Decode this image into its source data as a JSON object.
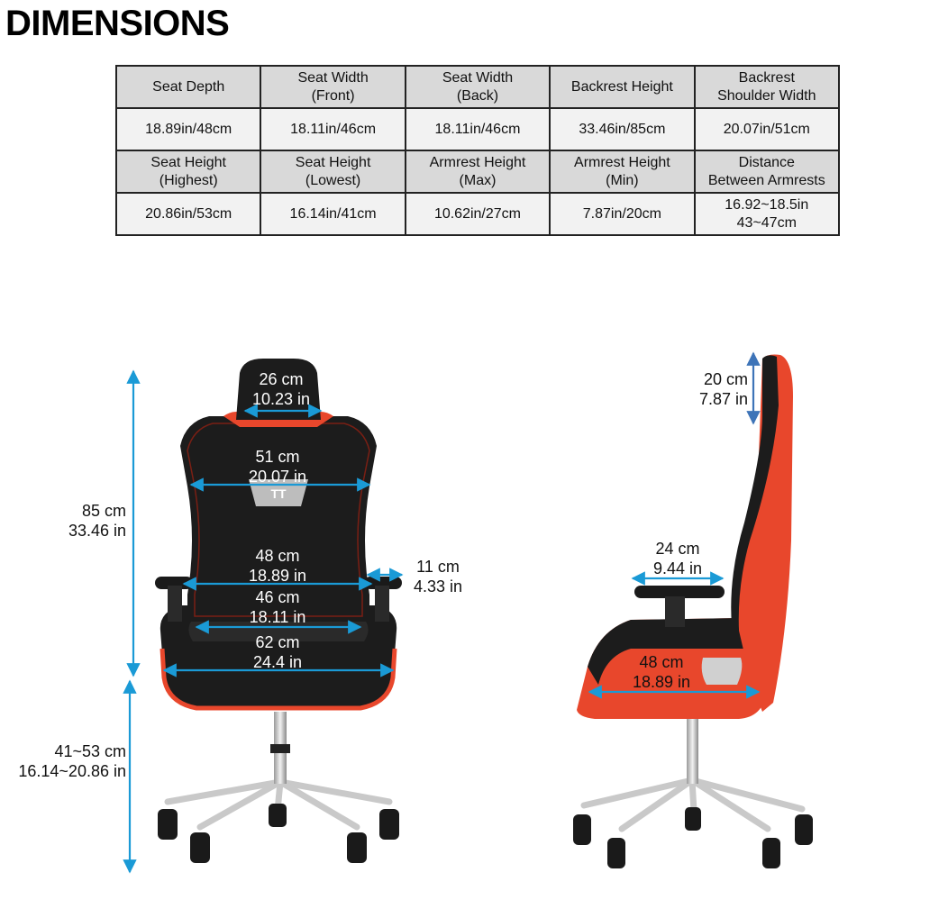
{
  "title": "DIMENSIONS",
  "table": {
    "rows": [
      [
        "Seat Depth",
        "Seat Width\n(Front)",
        "Seat Width\n(Back)",
        "Backrest Height",
        "Backrest\nShoulder Width"
      ],
      [
        "18.89in/48cm",
        "18.11in/46cm",
        "18.11in/46cm",
        "33.46in/85cm",
        "20.07in/51cm"
      ],
      [
        "Seat Height\n(Highest)",
        "Seat Height\n(Lowest)",
        "Armrest Height\n(Max)",
        "Armrest Height\n(Min)",
        "Distance\nBetween Armrests"
      ],
      [
        "20.86in/53cm",
        "16.14in/41cm",
        "10.62in/27cm",
        "7.87in/20cm",
        "16.92~18.5in\n43~47cm"
      ]
    ]
  },
  "front_view": {
    "headrest_width": "26 cm\n10.23 in",
    "shoulder_width": "51 cm\n20.07 in",
    "seat_depth": "48 cm\n18.89 in",
    "seat_width": "46 cm\n18.11 in",
    "overall_width": "62 cm\n24.4 in",
    "armrest_width": "11 cm\n4.33 in",
    "backrest_height": "85 cm\n33.46 in",
    "seat_height": "41~53 cm\n16.14~20.86 in"
  },
  "side_view": {
    "headrest_height": "20 cm\n7.87 in",
    "armrest_length": "24 cm\n9.44 in",
    "seat_depth": "48 cm\n18.89 in"
  },
  "colors": {
    "dimension_arrow": "#1a9ad6",
    "headrest_arrow": "#3e74b8",
    "chair_red": "#e8472c",
    "chair_black": "#1c1c1c"
  }
}
